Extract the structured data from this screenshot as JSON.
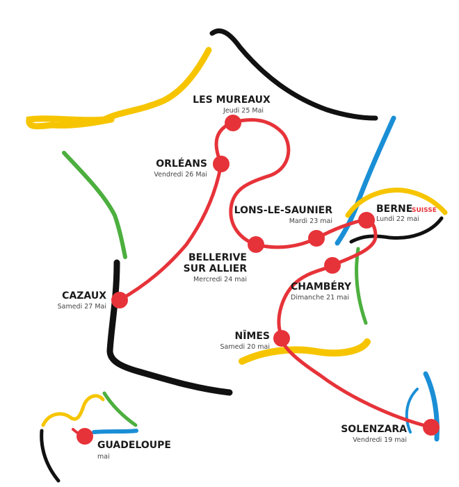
{
  "colors": {
    "route": "#e63339",
    "black": "#111111",
    "yellow": "#f6c500",
    "blue": "#1a8fd6",
    "green": "#4caf3e",
    "country_tag": "#e63339"
  },
  "stops": [
    {
      "city": "LES MUREAUX",
      "date": "Jeudi 25 Mai"
    },
    {
      "city": "ORLÉANS",
      "date": "Vendredi 26 Mai"
    },
    {
      "city": "LONS-LE-SAUNIER",
      "date": "Mardi 23 mai"
    },
    {
      "city": "BERNE",
      "country": "SUISSE",
      "date": "Lundi 22 mai"
    },
    {
      "city_line1": "BELLERIVE",
      "city_line2": "SUR ALLIER",
      "date": "Mercredi 24 mai"
    },
    {
      "city": "CHAMBÉRY",
      "date": "Dimanche 21 mai"
    },
    {
      "city": "CAZAUX",
      "date": "Samedi 27 Mai"
    },
    {
      "city": "NÎMES",
      "date": "Samedi 20 mai"
    },
    {
      "city": "SOLENZARA",
      "date": "Vendredi 19 mai"
    },
    {
      "city": "GUADELOUPE",
      "date": "mai"
    }
  ]
}
